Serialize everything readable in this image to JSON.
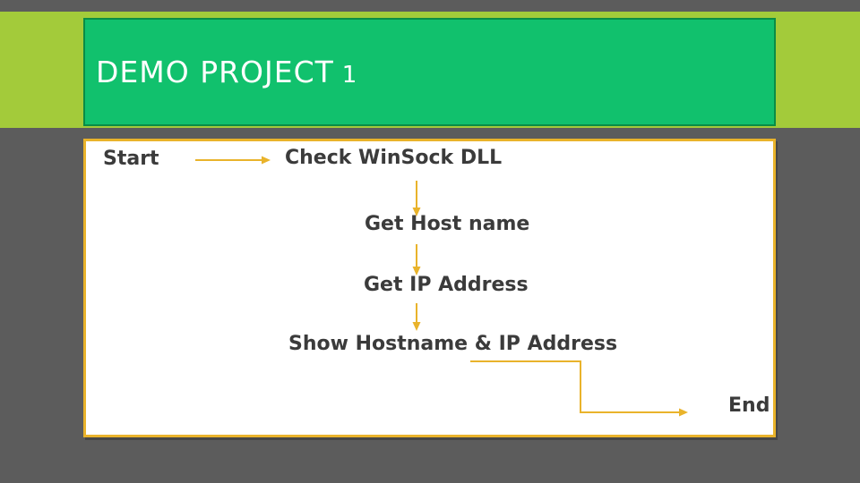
{
  "slide": {
    "title": {
      "main": "DEMO PROJECT",
      "number": "1"
    },
    "flowchart": {
      "nodes": [
        {
          "id": "start",
          "label": "Start"
        },
        {
          "id": "check-winsock",
          "label": "Check WinSock DLL"
        },
        {
          "id": "get-host-name",
          "label": "Get Host name"
        },
        {
          "id": "get-ip-address",
          "label": "Get IP Address"
        },
        {
          "id": "show-hostname-ip",
          "label": "Show Hostname & IP Address"
        },
        {
          "id": "end",
          "label": "End"
        }
      ],
      "connector_shape": "arrow"
    }
  },
  "colors": {
    "background": "#5C5C5C",
    "lime": "#A3CB3A",
    "emerald": "#11C16D",
    "emerald-border": "#0A8C46",
    "gold": "#E9B32B",
    "panel": "#FFFFFF",
    "text-dark": "#3B3B3B",
    "title-text": "#FFFFFF"
  }
}
